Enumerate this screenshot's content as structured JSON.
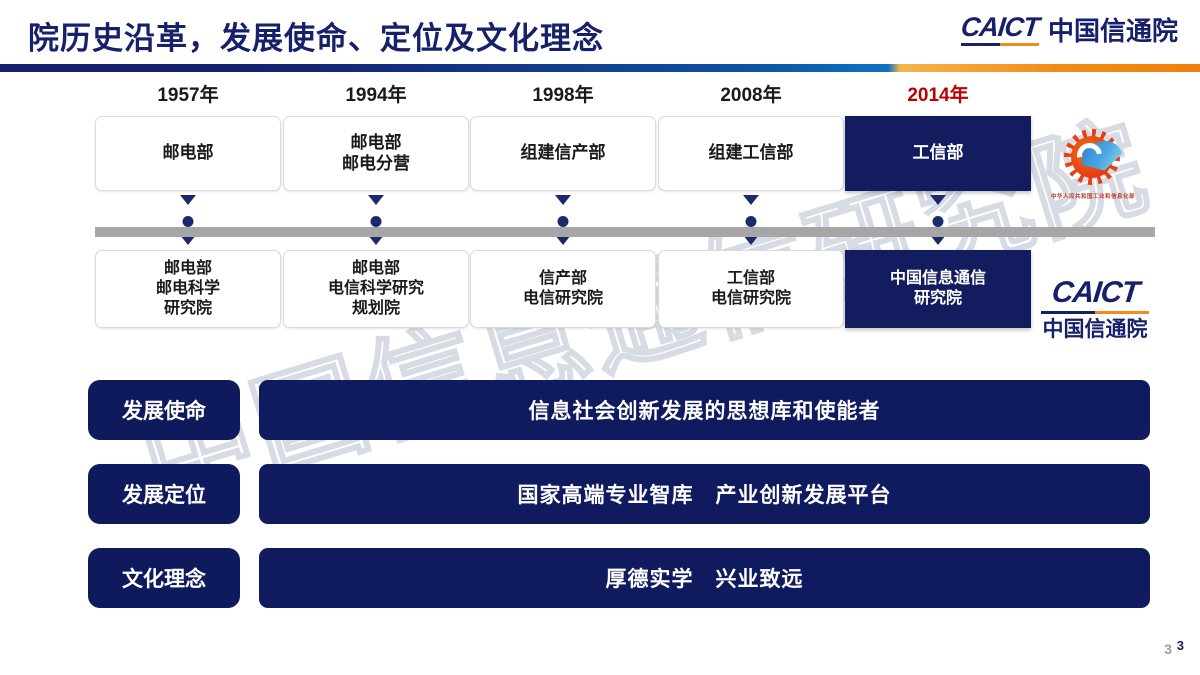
{
  "header": {
    "title": "院历史沿革，发展使命、定位及文化理念",
    "brand": {
      "acronym": "CAICT",
      "chinese": "中国信通院"
    },
    "accent_colors": {
      "navy": "#16206b",
      "blue": "#0b72c4",
      "orange": "#ef7f0c"
    }
  },
  "watermark": {
    "text": "中国信息通信研究院"
  },
  "timeline": {
    "milestones": [
      {
        "year": "1957年",
        "year_highlight": false,
        "top_box": "邮电部",
        "bottom_box": "邮电部\n邮电科学\n研究院",
        "highlight": false
      },
      {
        "year": "1994年",
        "year_highlight": false,
        "top_box": "邮电部\n邮电分营",
        "bottom_box": "邮电部\n电信科学研究\n规划院",
        "highlight": false
      },
      {
        "year": "1998年",
        "year_highlight": false,
        "top_box": "组建信产部",
        "bottom_box": "信产部\n电信研究院",
        "highlight": false
      },
      {
        "year": "2008年",
        "year_highlight": false,
        "top_box": "组建工信部",
        "bottom_box": "工信部\n电信研究院",
        "highlight": false
      },
      {
        "year": "2014年",
        "year_highlight": true,
        "top_box": "工信部",
        "bottom_box": "中国信息通信\n研究院",
        "highlight": true
      }
    ],
    "highlight_year_color": "#c00000",
    "rail_color": "#a6a6a6",
    "node_color": "#1c2a6b"
  },
  "miit_logo": {
    "caption": "中华人民共和国工业和信息化部"
  },
  "caict_logo_timeline": {
    "acronym": "CAICT",
    "chinese": "中国信通院"
  },
  "panels": [
    {
      "label": "发展使命",
      "value": "信息社会创新发展的思想库和使能者"
    },
    {
      "label": "发展定位",
      "value": "国家高端专业智库　产业创新发展平台"
    },
    {
      "label": "文化理念",
      "value": "厚德实学　兴业致远"
    }
  ],
  "page_number": {
    "gray": "3",
    "navy": "3"
  }
}
